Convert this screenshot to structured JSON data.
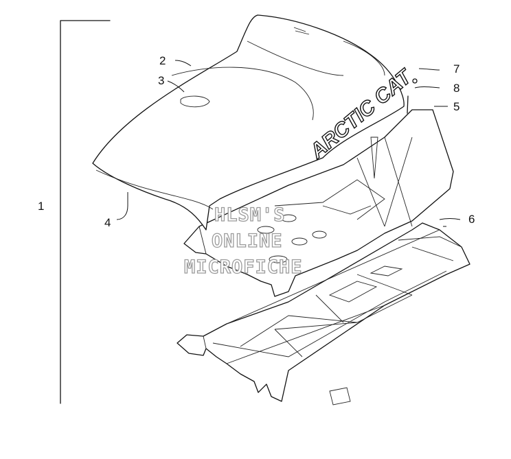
{
  "callouts": {
    "c1": "1",
    "c2": "2",
    "c3": "3",
    "c4": "4",
    "c5": "5",
    "c6": "6",
    "c7": "7",
    "c8": "8"
  },
  "brand_text": "ARCTIC CAT",
  "watermark": {
    "line1": "HLSM'S",
    "line2": "ONLINE",
    "line3": "MICROFICHE"
  },
  "colors": {
    "line": "#111111",
    "watermark_outline": "#9a9a9a",
    "background": "#ffffff"
  }
}
